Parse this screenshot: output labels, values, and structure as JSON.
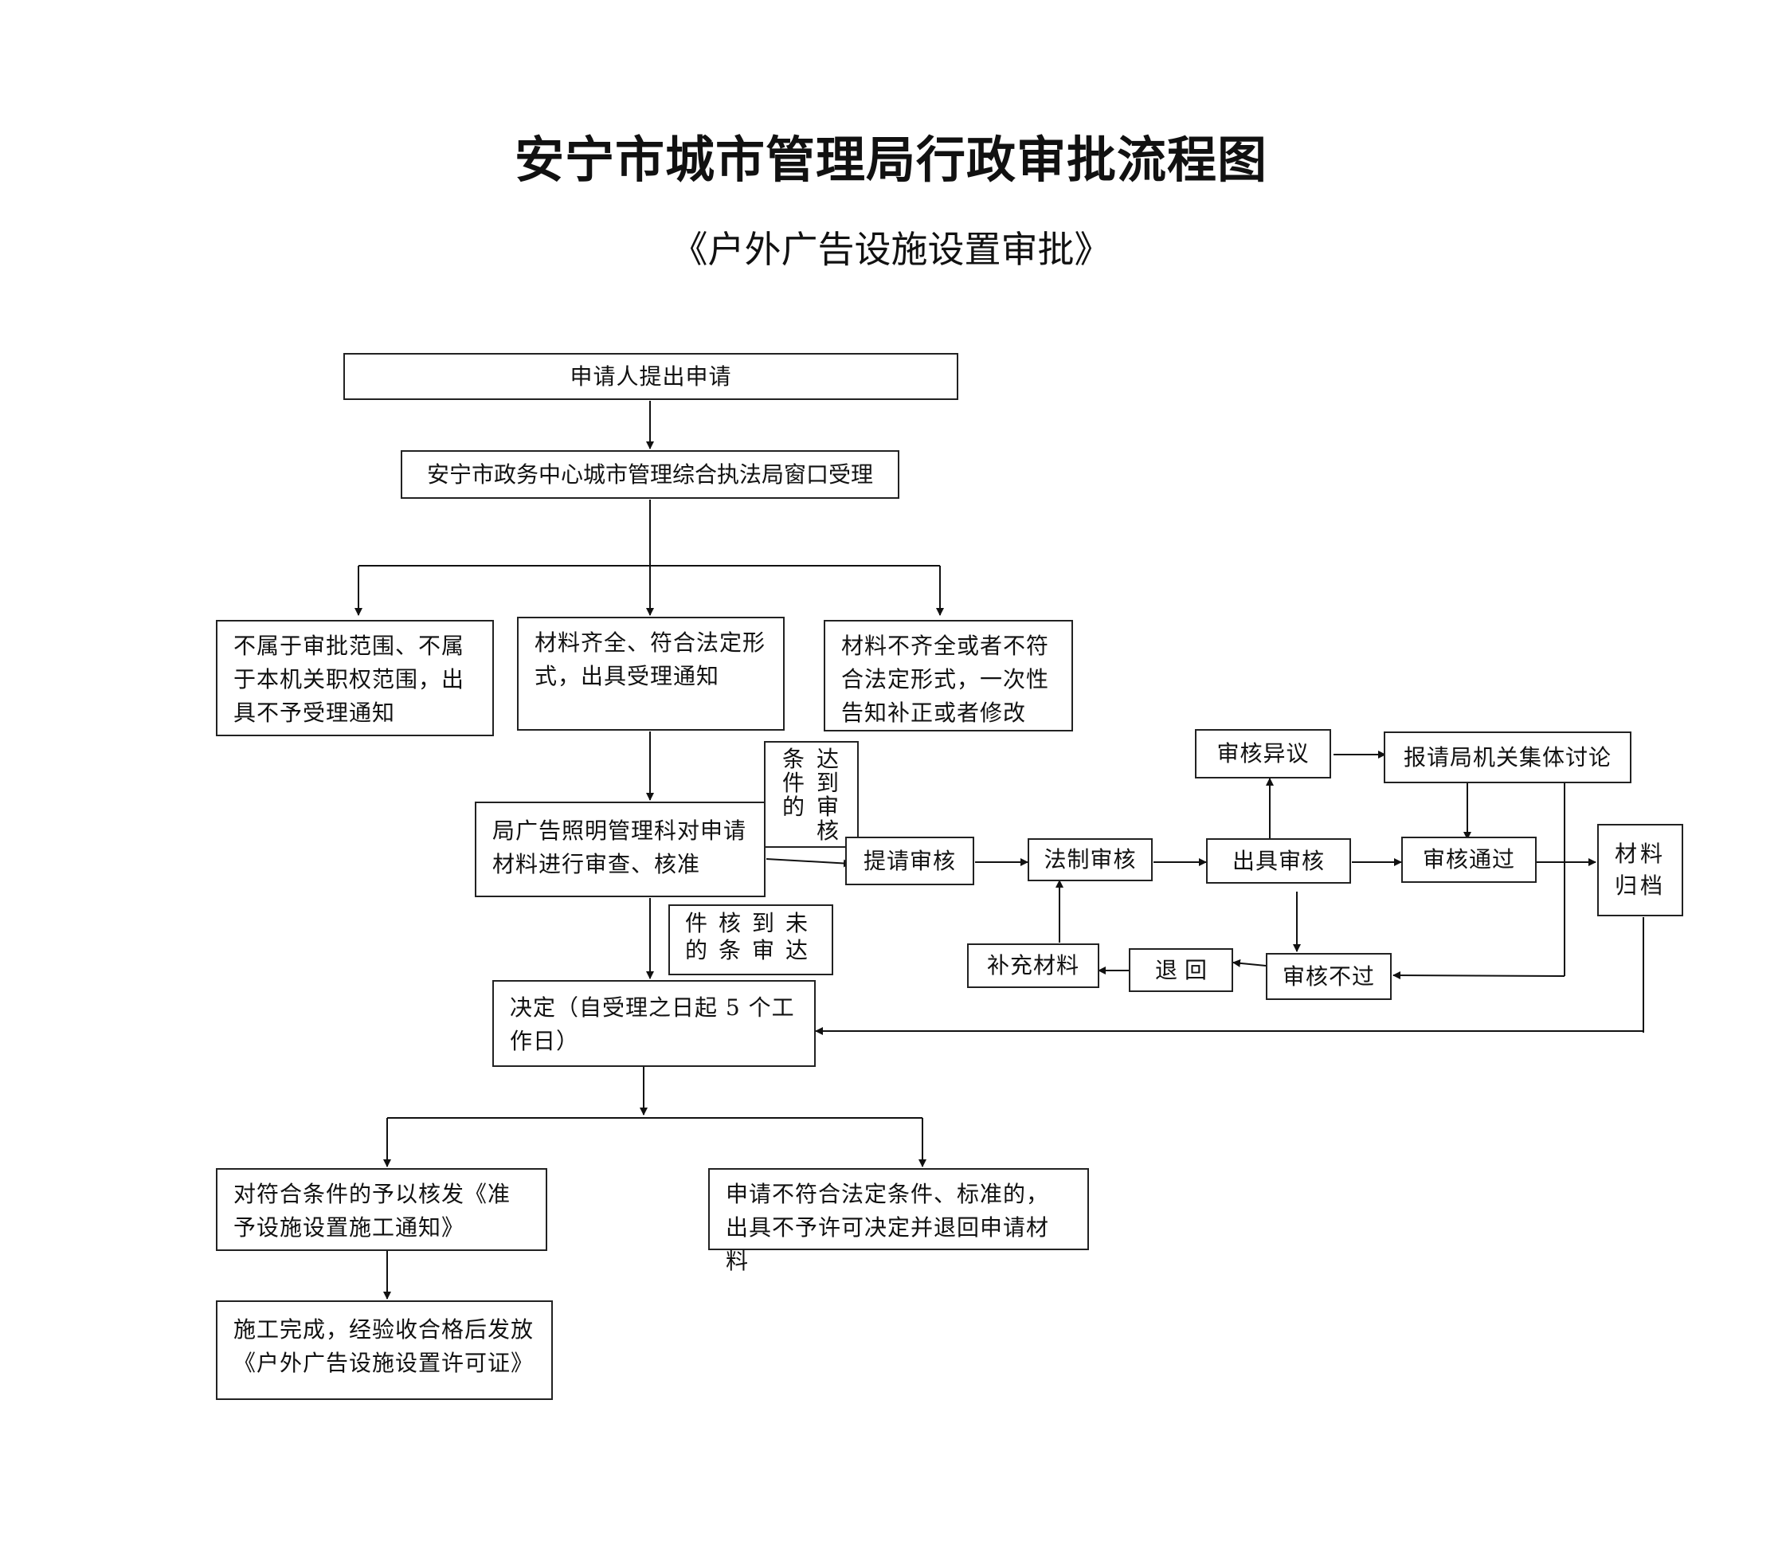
{
  "header": {
    "title": "安宁市城市管理局行政审批流程图",
    "subtitle": "《户外广告设施设置审批》"
  },
  "nodes": {
    "apply": "申请人提出申请",
    "window": "安宁市政务中心城市管理综合执法局窗口受理",
    "reject_scope": "不属于审批范围、不属于本机关职权范围，出具不予受理通知",
    "accept": "材料齐全、符合法定形式，出具受理通知",
    "incomplete": "材料不齐全或者不符合法定形式，一次性告知补正或者修改",
    "review": "局广告照明管理科对申请材料进行审查、核准",
    "cond_met": "条件的",
    "cond_met_2": "达到审核",
    "submit_audit": "提请审核",
    "legal_audit": "法制审核",
    "issue_audit": "出具审核",
    "audit_objection": "审核异议",
    "collective": "报请局机关集体讨论",
    "audit_pass": "审核通过",
    "archive": "材料归档",
    "cond_unmet": "件核到未",
    "cond_unmet_2": "的条审达",
    "audit_fail": "审核不过",
    "return": "退 回",
    "supplement": "补充材料",
    "decision": "决定（自受理之日起 5 个工作日）",
    "grant": "对符合条件的予以核发《准予设施设置施工通知》",
    "deny": "申请不符合法定条件、标准的，出具不予许可决定并退回申请材料",
    "license": "施工完成，经验收合格后发放《户外广告设施设置许可证》"
  }
}
